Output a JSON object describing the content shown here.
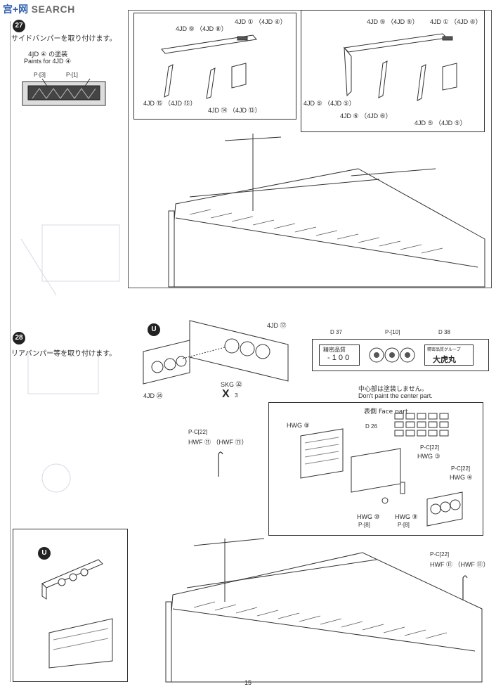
{
  "header": {
    "logo_left": "宫+网",
    "logo_right": "SEARCH"
  },
  "step27": {
    "number": "27",
    "title": "サイドバンパーを取り付けます。",
    "paint_title_jp": "4JD ④ の塗装",
    "paint_title_en": "Paints for 4JD ④",
    "paint_code_1": "P-[3]",
    "paint_code_2": "P-[1]"
  },
  "panel_top_left": {
    "label_a": "4JD ⑨ （4JD ⑧）",
    "label_b": "4JD ① （4JD ④）",
    "label_c": "4JD ⑮ （4JD ⑮）",
    "label_d": "4JD ⑭ （4JD ⑬）"
  },
  "panel_top_right": {
    "label_a": "4JD ⑤ （4JD ⑤）",
    "label_b": "4JD ① （4JD ④）",
    "label_c": "4JD ⑤ （4JD ⑤）",
    "label_d": "4JD ⑥ （4JD ⑥）",
    "label_e": "4JD ⑤ （4JD ⑤）"
  },
  "step28": {
    "number": "28",
    "title": "リアバンパー等を取り付けます。",
    "marker": "U",
    "label_a": "4JD ⑰",
    "label_b": "4JD ㉔",
    "label_c": "SKG ㉜",
    "x_mark": "X",
    "x_sub": "3"
  },
  "plate_panel": {
    "d1": "D 37",
    "p1": "P-[10]",
    "d2": "D 38",
    "display_top": "精密品質",
    "display_num": "- 1 0 0",
    "right_sign": "大虎丸",
    "right_small": "精密品質グループ",
    "note_jp": "中心部は塗装しません。",
    "note_en": "Don't paint the center part."
  },
  "light_panel": {
    "face_part": "表側 Face part",
    "d3": "D 26",
    "hwg8": "HWG ⑧",
    "hwg3_code": "P-C[22]",
    "hwg3": "HWG ③",
    "hwg4_code": "P-C[22]",
    "hwg4": "HWG ④",
    "hwg10": "HWG ⑩",
    "hwg10_p": "P-[8]",
    "hwg9": "HWG ⑨",
    "hwg9_p": "P-[8]"
  },
  "mid_left": {
    "code": "P-C[22]",
    "label": "HWF ⑪ （HWF ⑪）"
  },
  "bottom_right": {
    "code": "P-C[22]",
    "label": "HWF ⑪ （HWF ⑪）"
  },
  "bottom_left_panel": {
    "marker": "U"
  },
  "footer": {
    "page_number": "15"
  }
}
